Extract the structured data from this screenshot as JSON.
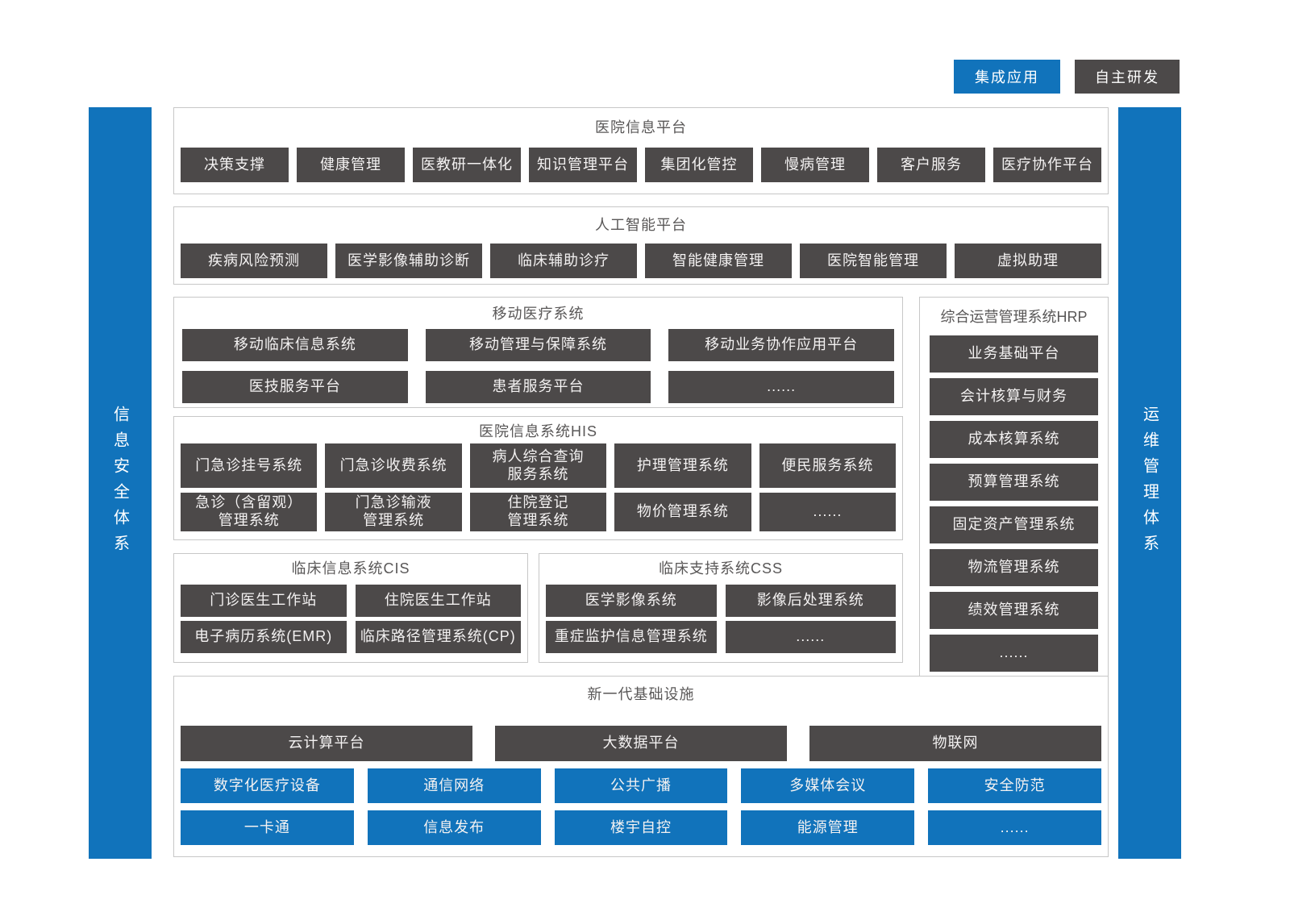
{
  "legend": {
    "integrated": "集成应用",
    "self_developed": "自主研发"
  },
  "side_bars": {
    "left": "信息安全体系",
    "right": "运维管理体系"
  },
  "hospital_platform": {
    "title": "医院信息平台",
    "items": [
      "决策支撑",
      "健康管理",
      "医教研一体化",
      "知识管理平台",
      "集团化管控",
      "慢病管理",
      "客户服务",
      "医疗协作平台"
    ]
  },
  "ai_platform": {
    "title": "人工智能平台",
    "items": [
      "疾病风险预测",
      "医学影像辅助诊断",
      "临床辅助诊疗",
      "智能健康管理",
      "医院智能管理",
      "虚拟助理"
    ]
  },
  "mobile_medical": {
    "title": "移动医疗系统",
    "row1": [
      "移动临床信息系统",
      "移动管理与保障系统",
      "移动业务协作应用平台"
    ],
    "row2": [
      "医技服务平台",
      "患者服务平台",
      "......"
    ]
  },
  "hrp": {
    "title": "综合运营管理系统HRP",
    "items": [
      "业务基础平台",
      "会计核算与财务",
      "成本核算系统",
      "预算管理系统",
      "固定资产管理系统",
      "物流管理系统",
      "绩效管理系统",
      "......"
    ]
  },
  "his": {
    "title": "医院信息系统HIS",
    "row1": [
      "门急诊挂号系统",
      "门急诊收费系统",
      "病人综合查询\n服务系统",
      "护理管理系统",
      "便民服务系统"
    ],
    "row2": [
      "急诊（含留观）\n管理系统",
      "门急诊输液\n管理系统",
      "住院登记\n管理系统",
      "物价管理系统",
      "......"
    ]
  },
  "cis": {
    "title": "临床信息系统CIS",
    "row1": [
      "门诊医生工作站",
      "住院医生工作站"
    ],
    "row2": [
      "电子病历系统(EMR)",
      "临床路径管理系统(CP)"
    ]
  },
  "css_system": {
    "title": "临床支持系统CSS",
    "row1": [
      "医学影像系统",
      "影像后处理系统"
    ],
    "row2": [
      "重症监护信息管理系统",
      "......"
    ]
  },
  "infrastructure": {
    "title": "新一代基础设施",
    "dark_row": [
      "云计算平台",
      "大数据平台",
      "物联网"
    ],
    "blue_row1": [
      "数字化医疗设备",
      "通信网络",
      "公共广播",
      "多媒体会议",
      "安全防范"
    ],
    "blue_row2": [
      "一卡通",
      "信息发布",
      "楼宇自控",
      "能源管理",
      "......"
    ]
  },
  "colors": {
    "accent_blue": "#1173BB",
    "box_dark": "#4C4949"
  }
}
